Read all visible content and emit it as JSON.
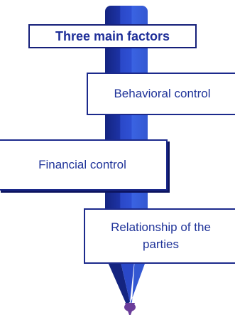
{
  "diagram": {
    "title": "Three main factors",
    "factors": [
      {
        "label": "Behavioral control"
      },
      {
        "label": "Financial control"
      },
      {
        "label": "Relationship of the parties"
      }
    ],
    "colors": {
      "pencil_dark": "#17288a",
      "pencil_mid": "#2a46c2",
      "pencil_light": "#3f66e0",
      "tip": "#6a3d9a",
      "text": "#1f3399",
      "border": "#1c2a8c"
    }
  }
}
